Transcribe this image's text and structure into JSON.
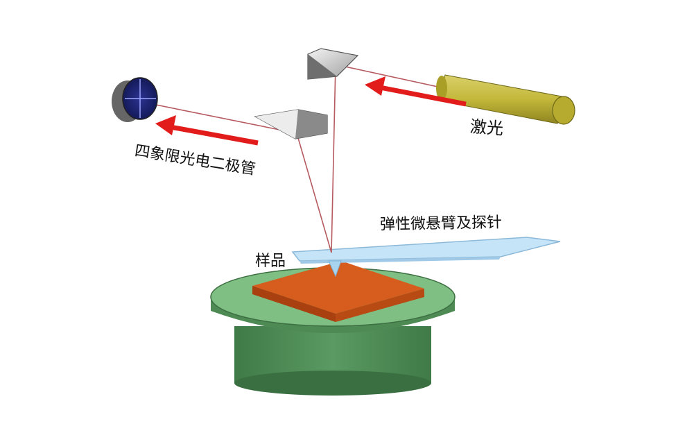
{
  "labels": {
    "laser": "激光",
    "photodiode": "四象限光电二极管",
    "cantilever": "弹性微悬臂及探针",
    "sample": "样品"
  },
  "colors": {
    "laser_beam": "#b65a5f",
    "arrow": "#e21b1b",
    "laser_body": "#c3b83a",
    "stage": "#4f8f57",
    "sample": "#c45418",
    "cantilever": "#bfe0f6",
    "detector": "#1a1f6b"
  }
}
